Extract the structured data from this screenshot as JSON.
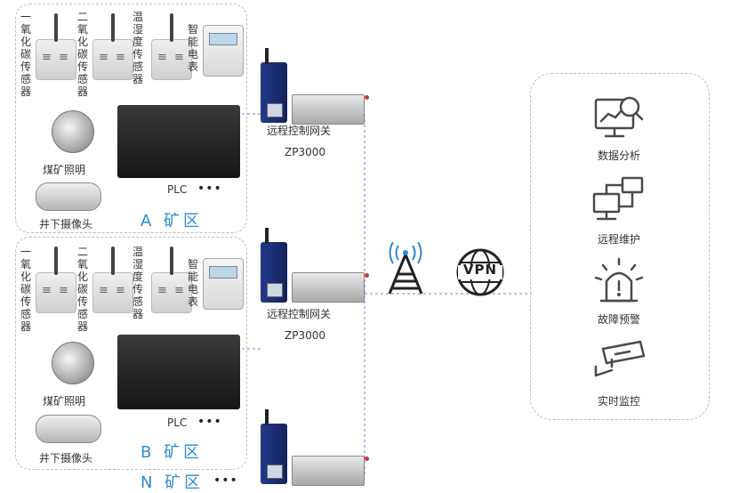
{
  "zones": [
    {
      "label": "A 矿区",
      "sensors": [
        "一氧化碳传感器",
        "二氧化碳传感器",
        "温湿度传感器"
      ],
      "meter": "智能电表",
      "lamp": "煤矿照明",
      "camera": "井下摄像头",
      "plc": "PLC",
      "plc_dots": "•••"
    },
    {
      "label": "B 矿区",
      "sensors": [
        "一氧化碳传感器",
        "二氧化碳传感器",
        "温湿度传感器"
      ],
      "meter": "智能电表",
      "lamp": "煤矿照明",
      "camera": "井下摄像头",
      "plc": "PLC",
      "plc_dots": "•••"
    }
  ],
  "zone_n": {
    "label": "N 矿区",
    "dots": "•••"
  },
  "gateways": [
    {
      "name": "远程控制网关",
      "model": "ZP3000"
    },
    {
      "name": "远程控制网关",
      "model": "ZP3000"
    }
  ],
  "vpn": "VPN",
  "services": [
    {
      "label": "数据分析",
      "icon": "data-analysis-icon"
    },
    {
      "label": "远程维护",
      "icon": "remote-maintenance-icon"
    },
    {
      "label": "故障预警",
      "icon": "fault-alarm-icon"
    },
    {
      "label": "实时监控",
      "icon": "realtime-monitor-icon"
    }
  ],
  "colors": {
    "accent": "#2a8ad4",
    "icon": "#4a4a4a",
    "dashed": "#bdbdbd"
  }
}
